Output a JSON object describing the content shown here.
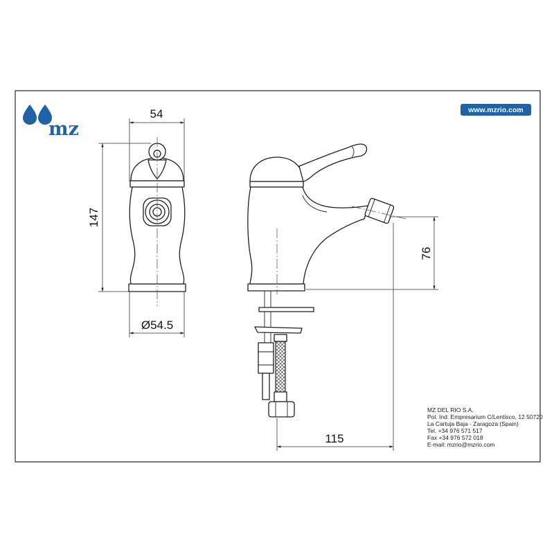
{
  "logo": {
    "text": "mz",
    "color": "#1f62a6"
  },
  "website": {
    "label": "www.mzrio.com",
    "color": "#1f62a6"
  },
  "dimensions": {
    "front_width": "54",
    "front_height": "147",
    "base_diameter": "Ø54.5",
    "spout_height": "76",
    "spout_reach": "115"
  },
  "company": {
    "lines": [
      "MZ DEL RIO S.A.",
      "Pol. Ind. Empresarium C/Lentisco, 12  50720",
      "La Cartuja Baja - Zaragoza (Spain)",
      "Tel. +34 976 571 517",
      "Fax +34 976 572 018",
      "E-mail: mzrio@mzrio.com"
    ]
  }
}
